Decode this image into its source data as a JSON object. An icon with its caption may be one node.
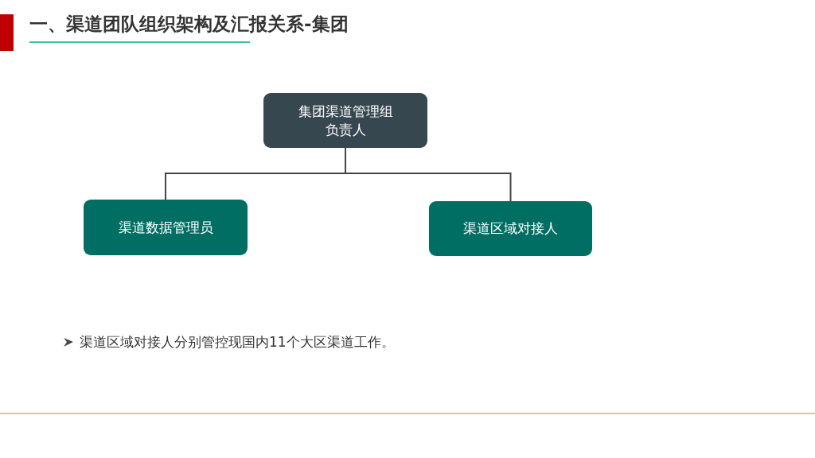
{
  "diagram": {
    "title": "一、渠道团队组织架构及汇报关系-集团",
    "nodes": [
      {
        "text": [
          "集团渠道管理组负责人"
        ]
      },
      {
        "text": [
          "渠道数据管理员"
        ]
      },
      {
        "text": [
          "渠道区域对接人"
        ]
      }
    ],
    "edges": [
      {
        "from": 0,
        "to": 1,
        "arrow": "none"
      },
      {
        "from": 0,
        "to": 2,
        "arrow": "none"
      }
    ],
    "labels": [
      "渠道区域对接人分别管控现国内11个大区渠道工作。"
    ]
  }
}
